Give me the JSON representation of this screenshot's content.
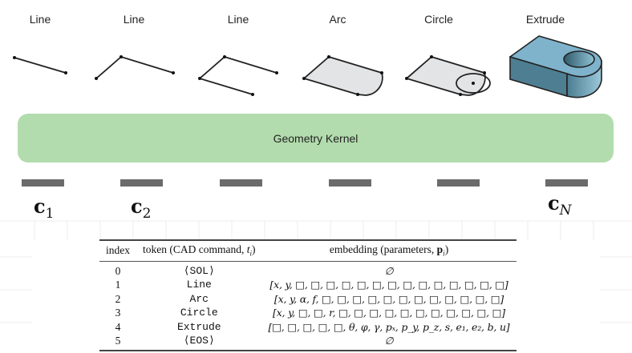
{
  "steps": [
    {
      "label": "Line",
      "icon": "single-line-sketch-icon"
    },
    {
      "label": "Line",
      "icon": "two-line-sketch-icon"
    },
    {
      "label": "Line",
      "icon": "three-line-sketch-icon"
    },
    {
      "label": "Arc",
      "icon": "arc-profile-sketch-icon"
    },
    {
      "label": "Circle",
      "icon": "circle-hole-sketch-icon"
    },
    {
      "label": "Extrude",
      "icon": "extruded-solid-icon"
    }
  ],
  "kernel": {
    "label": "Geometry Kernel",
    "color": "#b2dcad"
  },
  "command_sequence": {
    "c1": {
      "base": "c",
      "sub": "1"
    },
    "c2": {
      "base": "c",
      "sub": "2"
    },
    "cN": {
      "base": "c",
      "sub": "N"
    },
    "token_count_shown": 6
  },
  "table": {
    "headers": {
      "index": "index",
      "token_prefix": "token (CAD command, ",
      "token_var": "t",
      "token_sub": "i",
      "token_suffix": ")",
      "embedding_prefix": "embedding (parameters, ",
      "embedding_var": "p",
      "embedding_sub": "i",
      "embedding_suffix": ")"
    },
    "rows": [
      {
        "index": "0",
        "token": "⟨SOL⟩",
        "embedding": "∅"
      },
      {
        "index": "1",
        "token": "Line",
        "embedding": "[x, y, □, □, □, □, □, □, □, □, □, □, □, □, □, □]"
      },
      {
        "index": "2",
        "token": "Arc",
        "embedding": "[x, y, α, f, □, □, □, □, □, □, □, □, □, □, □, □]"
      },
      {
        "index": "3",
        "token": "Circle",
        "embedding": "[x, y, □, □, r, □, □, □, □, □, □, □, □, □, □, □]"
      },
      {
        "index": "4",
        "token": "Extrude",
        "embedding": "[□, □, □, □, □, θ, φ, γ, pₓ, p_y, p_z, s, e₁, e₂, b, u]"
      },
      {
        "index": "5",
        "token": "⟨EOS⟩",
        "embedding": "∅"
      }
    ]
  },
  "colors": {
    "sketch_fill": "#e3e4e6",
    "solid_top": "#7fb3cc",
    "solid_side": "#4e7e91",
    "dash": "#6b6b6b"
  }
}
